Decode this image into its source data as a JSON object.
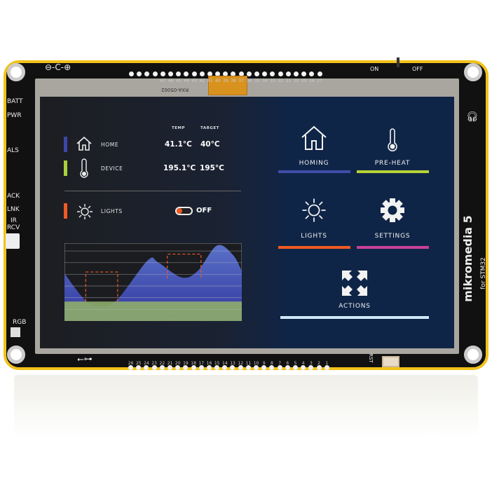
{
  "board": {
    "name": "mikromedia 5",
    "subname": "for STM32",
    "panel_code": "RXA-05002",
    "left_labels": [
      "BATT",
      "PWR",
      "ALS",
      "ACK",
      "LNK",
      "IR",
      "RCV",
      "RGB"
    ],
    "switch_on": "ON",
    "switch_off": "OFF",
    "reset_label": "RST",
    "power_symbol": "⊖-C-⊕",
    "top_pins": [
      "47",
      "46",
      "45",
      "44",
      "43",
      "42",
      "41",
      "40",
      "39",
      "38",
      "37",
      "36",
      "35",
      "34",
      "33",
      "32",
      "31",
      "30",
      "29",
      "28",
      "27"
    ],
    "bottom_pins": [
      "26",
      "25",
      "24",
      "23",
      "22",
      "21",
      "20",
      "19",
      "18",
      "17",
      "16",
      "15",
      "14",
      "13",
      "12",
      "11",
      "10",
      "9",
      "8",
      "7",
      "6",
      "5",
      "4",
      "3",
      "2",
      "1"
    ]
  },
  "status": {
    "headers": {
      "temp": "TEMP",
      "target": "TARGET"
    },
    "rows": [
      {
        "label": "HOME",
        "icon": "home-icon",
        "color": "#3d46a6",
        "temp": "41.1°C",
        "target": "40°C"
      },
      {
        "label": "DEVICE",
        "icon": "thermometer-icon",
        "color": "#a8d13a",
        "temp": "195.1°C",
        "target": "195°C"
      }
    ],
    "lights": {
      "label": "LIGHTS",
      "icon": "sun-icon",
      "color": "#f05a22",
      "toggle_state": "OFF",
      "toggle_color": "#f05a22"
    }
  },
  "tiles": [
    {
      "label": "HOMING",
      "icon": "home-icon",
      "color": "#3f4ea8"
    },
    {
      "label": "PRE-HEAT",
      "icon": "thermometer-icon",
      "color": "#b5d335"
    },
    {
      "label": "LIGHTS",
      "icon": "sun-icon",
      "color": "#f05a22"
    },
    {
      "label": "SETTINGS",
      "icon": "gear-icon",
      "color": "#c9419a"
    },
    {
      "label": "ACTIONS",
      "icon": "expand-arrows-icon",
      "color": "#cde9f7"
    }
  ],
  "chart_data": {
    "type": "area",
    "title": "",
    "xlabel": "",
    "ylabel": "",
    "xlim": [
      0,
      100
    ],
    "ylim": [
      0,
      100
    ],
    "grid": true,
    "series": [
      {
        "name": "temperature",
        "color": "#4a5bc0",
        "x": [
          0,
          12,
          21,
          30,
          47,
          53,
          66,
          75,
          86,
          95,
          100
        ],
        "values": [
          61,
          26,
          19,
          28,
          78,
          75,
          56,
          64,
          97,
          85,
          64
        ]
      },
      {
        "name": "baseline",
        "color": "#8fae6a",
        "x": [
          0,
          100
        ],
        "values": [
          25,
          25
        ]
      }
    ],
    "target_windows": [
      {
        "x": [
          12,
          30
        ],
        "y": [
          25,
          63
        ],
        "color": "#f05a22"
      },
      {
        "x": [
          58,
          77
        ],
        "y": [
          55,
          86
        ],
        "color": "#f05a22"
      }
    ]
  }
}
